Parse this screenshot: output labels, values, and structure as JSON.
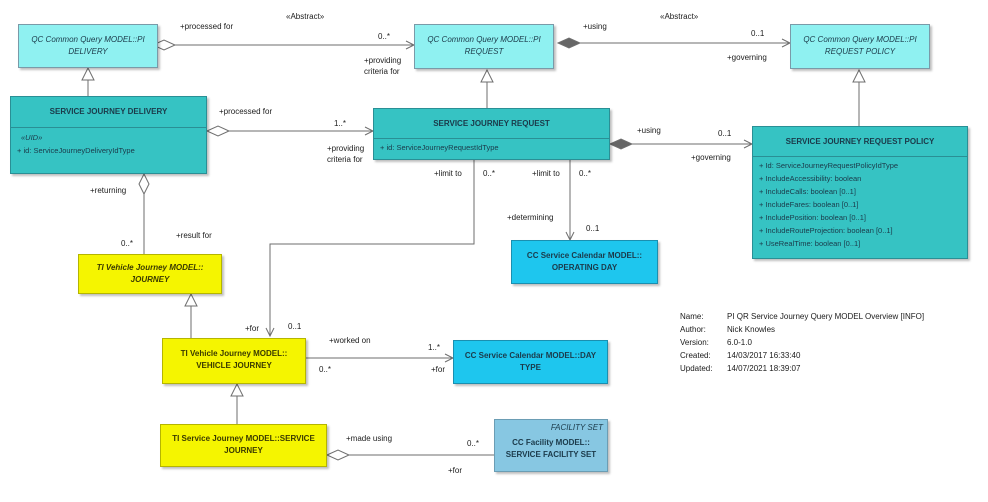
{
  "boxes": {
    "pi_delivery": {
      "line1": "QC Common Query MODEL::PI",
      "line2": "DELIVERY"
    },
    "pi_request": {
      "line1": "QC Common Query MODEL::PI",
      "line2": "REQUEST"
    },
    "pi_request_policy": {
      "line1": "QC Common Query MODEL::PI",
      "line2": "REQUEST POLICY"
    },
    "sj_delivery": {
      "title": "SERVICE JOURNEY DELIVERY",
      "stereotype": "«UID»",
      "attrs": [
        "+   id: ServiceJourneyDeliveryIdType"
      ]
    },
    "sj_request": {
      "title": "SERVICE JOURNEY REQUEST",
      "attrs": [
        "+   id: ServiceJourneyRequestIdType"
      ]
    },
    "sj_request_policy": {
      "title": "SERVICE JOURNEY REQUEST POLICY",
      "attrs": [
        "+   Id: ServiceJourneyRequestPolicyIdType",
        "+   IncludeAccessibility: boolean",
        "+   IncludeCalls: boolean [0..1]",
        "+   IncludeFares: boolean [0..1]",
        "+   IncludePosition: boolean [0..1]",
        "+   IncludeRouteProjection: boolean [0..1]",
        "+   UseRealTime: boolean [0..1]"
      ]
    },
    "operating_day": {
      "line1": "CC Service Calendar MODEL::",
      "line2": "OPERATING DAY"
    },
    "ti_journey": {
      "line1": "TI Vehicle Journey MODEL::",
      "line2": "JOURNEY"
    },
    "vehicle_journey": {
      "line1": "TI Vehicle Journey MODEL::",
      "line2": "VEHICLE JOURNEY"
    },
    "day_type": {
      "line1": "CC Service Calendar MODEL::DAY",
      "line2": "TYPE"
    },
    "service_journey": {
      "line1": "TI Service Journey MODEL::SERVICE",
      "line2": "JOURNEY"
    },
    "facility_set": {
      "stereotype": "FACILITY SET",
      "line1": "CC Facility MODEL::",
      "line2": "SERVICE FACILITY SET"
    }
  },
  "labels": {
    "processed_for_top": "+processed for",
    "abstract_left": "«Abstract»",
    "mult_0star_top": "0..*",
    "providing_top_1": "+providing",
    "providing_top_2": "criteria for",
    "using_top": "+using",
    "abstract_right": "«Abstract»",
    "mult_01_top": "0..1",
    "governing_top": "+governing",
    "processed_for_mid": "+processed for",
    "mult_1star_mid": "1..*",
    "providing_mid_1": "+providing",
    "providing_mid_2": "criteria for",
    "using_mid": "+using",
    "mult_01_mid": "0..1",
    "governing_mid": "+governing",
    "returning": "+returning",
    "mult_0star_ret": "0..*",
    "result_for": "+result for",
    "limit_to_1": "+limit to",
    "mult_0star_lim1": "0..*",
    "limit_to_2": "+limit to",
    "mult_0star_lim2": "0..*",
    "determining": "+determining",
    "mult_01_od": "0..1",
    "for_vj": "+for",
    "mult_01_vj": "0..1",
    "worked_on": "+worked on",
    "mult_1star_dt": "1..*",
    "mult_0star_vj": "0..*",
    "for_dt": "+for",
    "made_using": "+made using",
    "mult_0star_fs": "0..*",
    "for_fs": "+for"
  },
  "info": {
    "name_label": "Name:",
    "name_value": "PI QR Service Journey Query MODEL Overview [INFO]",
    "author_label": "Author:",
    "author_value": "Nick Knowles",
    "version_label": "Version:",
    "version_value": "6.0-1.0",
    "created_label": "Created:",
    "created_value": "14/03/2017 16:33:40",
    "updated_label": "Updated:",
    "updated_value": "14/07/2021 18:39:07"
  },
  "colors": {
    "light_cyan": "#8ff1f1",
    "teal": "#36c3c3",
    "yellow": "#f5f500",
    "blue": "#1ec6ee",
    "pale_blue": "#87c7e2"
  }
}
